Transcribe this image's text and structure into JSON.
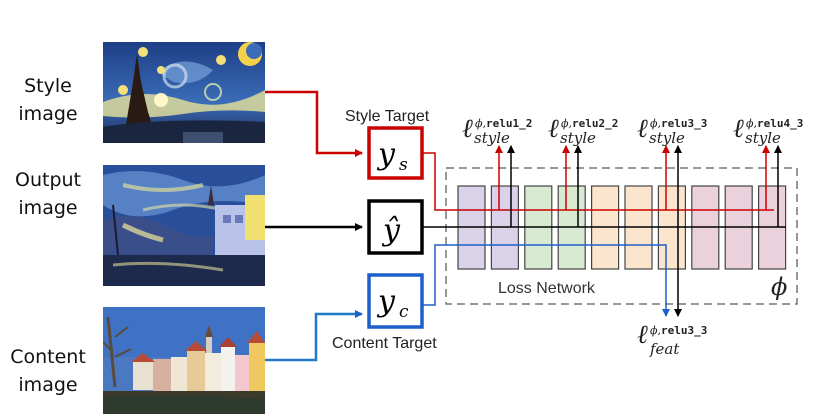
{
  "inputs": {
    "style": {
      "label_line1": "Style",
      "label_line2": "image",
      "picture": "starry-night-painting"
    },
    "output": {
      "label_line1": "Output",
      "label_line2": "image",
      "picture": "stylized-town-riverside"
    },
    "content": {
      "label_line1": "Content",
      "label_line2": "image",
      "picture": "town-riverside-photo"
    }
  },
  "targets": {
    "style_caption": "Style Target",
    "content_caption": "Content Target",
    "ys_symbol": "y",
    "ys_subscript": "s",
    "yhat_symbol": "ŷ",
    "yc_symbol": "y",
    "yc_subscript": "c"
  },
  "network": {
    "label": "Loss Network",
    "phi_symbol": "ϕ",
    "layer_count": 10,
    "layer_groups": [
      {
        "layers": 2,
        "fill": "#d9d2e9"
      },
      {
        "layers": 2,
        "fill": "#d9ead3"
      },
      {
        "layers": 3,
        "fill": "#fce5cd"
      },
      {
        "layers": 3,
        "fill": "#ead1dc"
      }
    ]
  },
  "losses": {
    "style": [
      {
        "ell": "ℓ",
        "sup": "ϕ,",
        "layer": "relu1_2",
        "sub": "style"
      },
      {
        "ell": "ℓ",
        "sup": "ϕ,",
        "layer": "relu2_2",
        "sub": "style"
      },
      {
        "ell": "ℓ",
        "sup": "ϕ,",
        "layer": "relu3_3",
        "sub": "style"
      },
      {
        "ell": "ℓ",
        "sup": "ϕ,",
        "layer": "relu4_3",
        "sub": "style"
      }
    ],
    "feature": {
      "ell": "ℓ",
      "sup": "ϕ,",
      "layer": "relu3_3",
      "sub": "feat"
    }
  },
  "colors": {
    "style_red": "#cc0000",
    "content_blue": "#1f5fcc",
    "output_black": "#000000",
    "dashed_gray": "#777777"
  }
}
